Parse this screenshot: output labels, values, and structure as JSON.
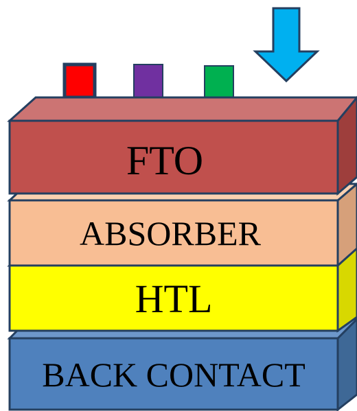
{
  "layers": [
    {
      "label": "FTO",
      "front": "#C0504D",
      "top": "#CC7473",
      "side": "#9E3E3C"
    },
    {
      "label": "ABSORBER",
      "front": "#F8BE94",
      "top": "#FAD0B0",
      "side": "#D6A07A"
    },
    {
      "label": "HTL",
      "front": "#FFFF00",
      "top": "#FFFF66",
      "side": "#D8D800"
    },
    {
      "label": "BACK CONTACT",
      "front": "#4F81BD",
      "top": "#6D97CB",
      "side": "#3E6896"
    }
  ],
  "electrodes": [
    {
      "color": "#FF0000"
    },
    {
      "color": "#7030A0"
    },
    {
      "color": "#00B050"
    }
  ],
  "light_arrow": {
    "color": "#00B0F0"
  },
  "outline_color": "#243F60"
}
